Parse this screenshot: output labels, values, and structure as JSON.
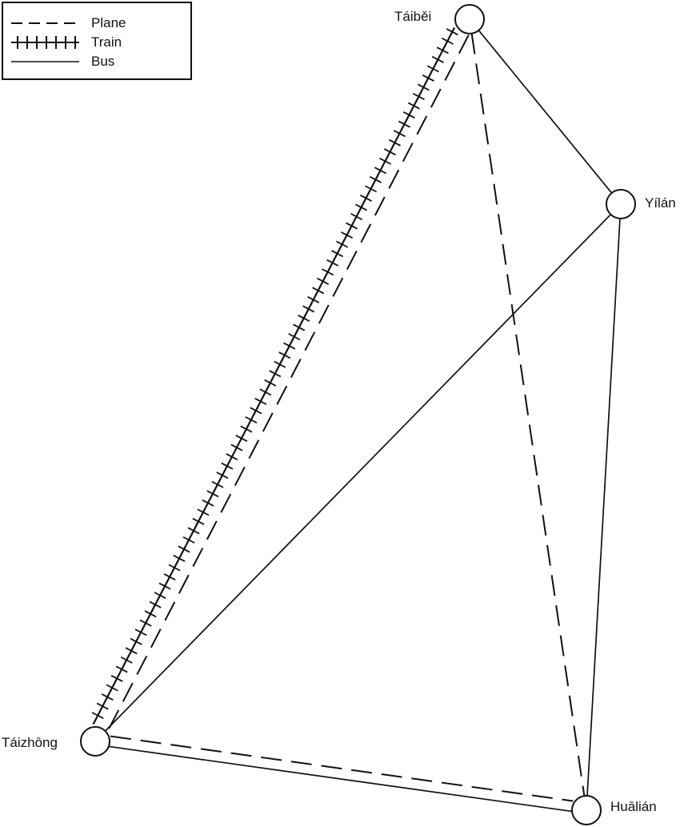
{
  "legend": {
    "plane": "Plane",
    "train": "Train",
    "bus": "Bus"
  },
  "cities": {
    "taibei": "Táiběi",
    "yilan": "Yílán",
    "taizhong": "Táizhōng",
    "hualian": "Huālián"
  },
  "routes": [
    {
      "from": "taibei",
      "to": "taizhong",
      "mode": "train"
    },
    {
      "from": "taibei",
      "to": "taizhong",
      "mode": "plane"
    },
    {
      "from": "taibei",
      "to": "hualian",
      "mode": "plane"
    },
    {
      "from": "taizhong",
      "to": "hualian",
      "mode": "plane"
    },
    {
      "from": "taibei",
      "to": "yilan",
      "mode": "bus"
    },
    {
      "from": "yilan",
      "to": "taizhong",
      "mode": "bus"
    },
    {
      "from": "yilan",
      "to": "hualian",
      "mode": "bus"
    },
    {
      "from": "taizhong",
      "to": "hualian",
      "mode": "bus"
    }
  ],
  "colors": {
    "ink": "#111111",
    "background": "#ffffff"
  }
}
